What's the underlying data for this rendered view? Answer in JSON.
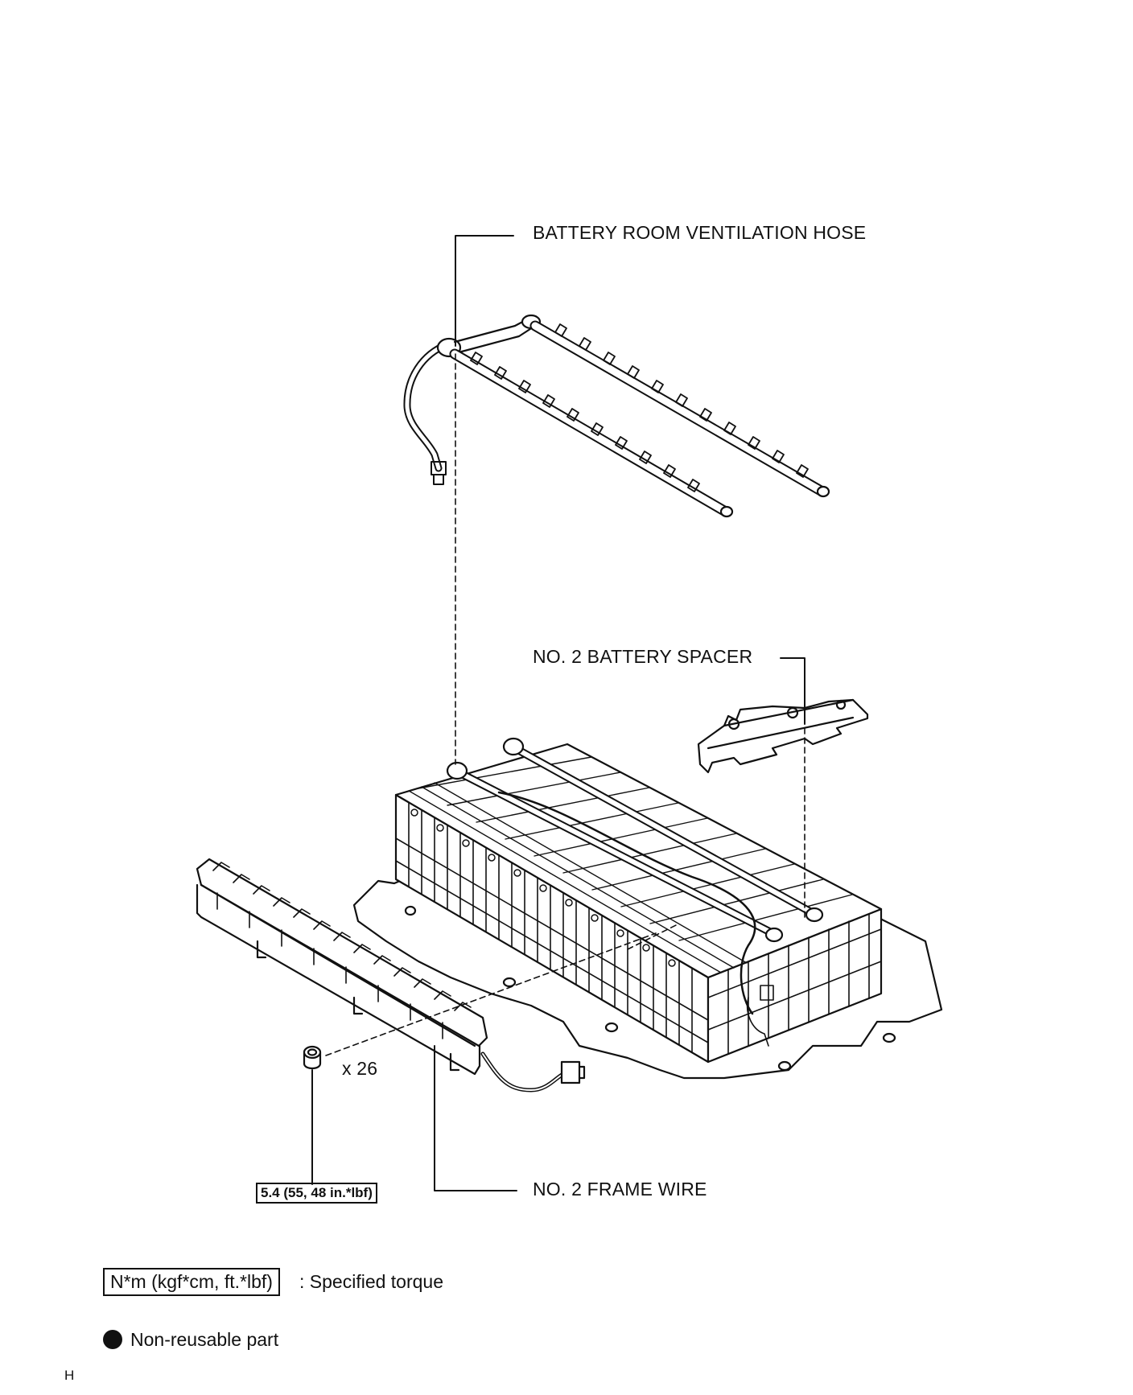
{
  "labels": {
    "ventilation_hose": "BATTERY ROOM VENTILATION HOSE",
    "battery_spacer": "NO. 2 BATTERY SPACER",
    "frame_wire": "NO. 2 FRAME WIRE",
    "quantity": "x 26",
    "torque_value": "5.4 (55, 48 in.*lbf)"
  },
  "legend": {
    "torque_units": "N*m (kgf*cm, ft.*lbf)",
    "torque_desc": ": Specified torque",
    "nonreusable_desc": "Non-reusable part"
  },
  "footer": {
    "code": "H"
  }
}
